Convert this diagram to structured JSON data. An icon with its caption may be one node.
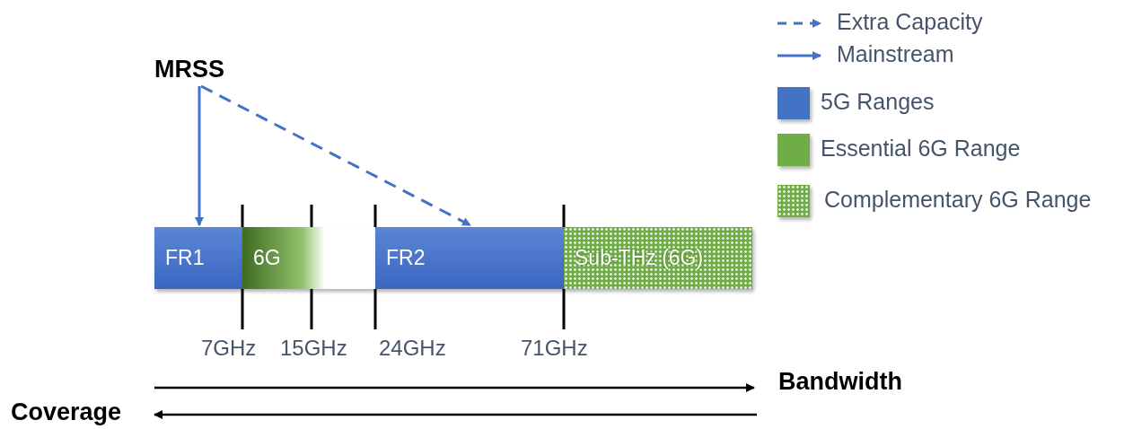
{
  "diagram": {
    "nodes": [
      {
        "text": [
          "MRSS"
        ]
      },
      {
        "text": [
          "FR1"
        ]
      },
      {
        "text": [
          "6G"
        ]
      },
      {
        "text": [
          "FR2"
        ]
      },
      {
        "text": [
          "Sub-THz (6G)"
        ]
      }
    ],
    "edges": [
      {
        "from": 0,
        "to": 1,
        "arrow": "to"
      },
      {
        "from": 0,
        "to": 3,
        "arrow": "to",
        "style": "dashed"
      }
    ],
    "labels": [
      "7GHz",
      "15GHz",
      "24GHz",
      "71GHz",
      "Bandwidth",
      "Coverage"
    ],
    "legend": [
      {
        "text": "Extra Capacity"
      },
      {
        "text": "Mainstream"
      },
      {
        "text": "5G Ranges",
        "color": "#4472c4"
      },
      {
        "text": "Essential 6G Range",
        "color": "#70ad47"
      },
      {
        "text": "Complementary 6G Range"
      }
    ]
  }
}
